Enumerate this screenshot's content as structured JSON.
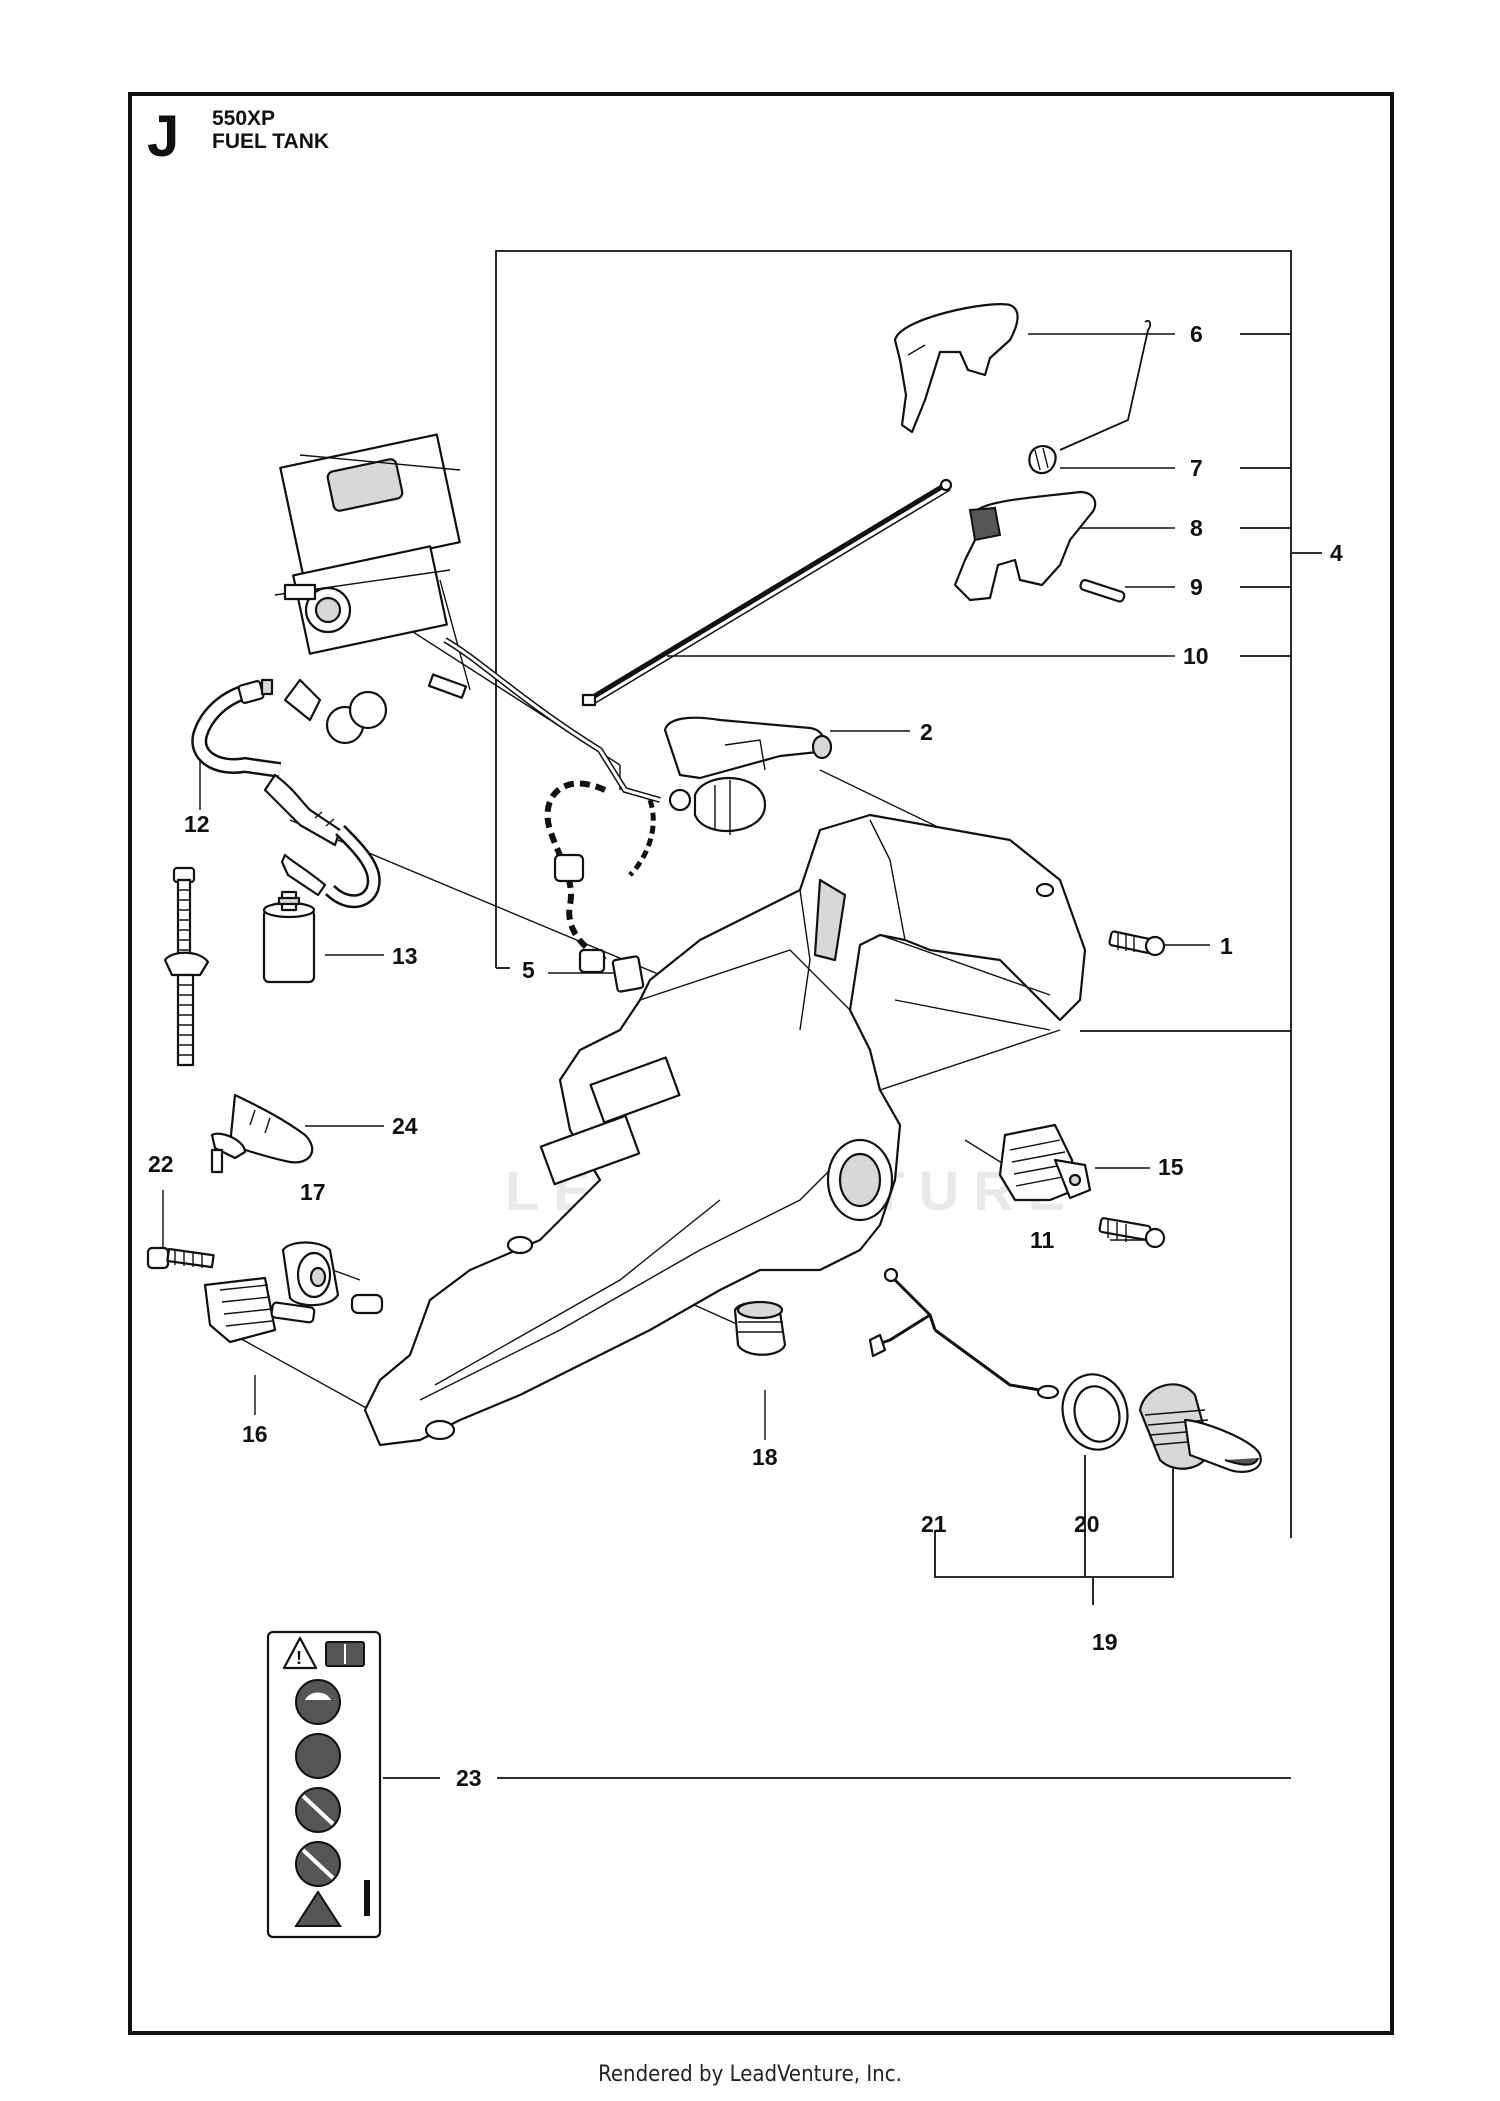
{
  "header": {
    "section_letter": "J",
    "model": "550XP",
    "title": "FUEL TANK"
  },
  "watermark": "LEADVENTURE",
  "footer": "Rendered by LeadVenture, Inc.",
  "callouts": [
    "1",
    "2",
    "4",
    "5",
    "6",
    "7",
    "8",
    "9",
    "10",
    "11",
    "12",
    "13",
    "15",
    "16",
    "17",
    "18",
    "19",
    "20",
    "21",
    "22",
    "23",
    "24"
  ]
}
